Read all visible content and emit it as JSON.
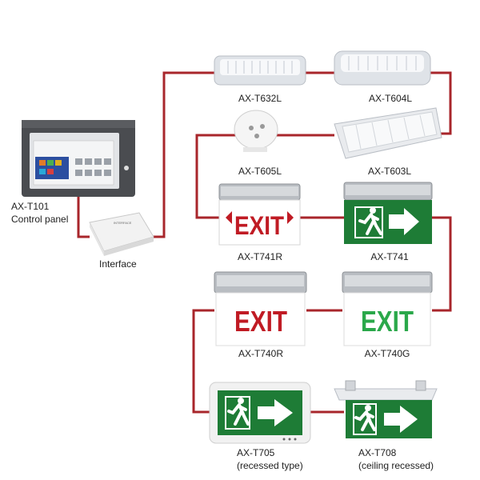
{
  "diagram": {
    "wire_color": "#a8262b",
    "control_panel": {
      "model": "AX-T101",
      "name": "Control panel"
    },
    "interface": {
      "name": "Interface",
      "brand": "INTERFACE"
    },
    "devices": [
      {
        "id": "t632l",
        "model": "AX-T632L"
      },
      {
        "id": "t604l",
        "model": "AX-T604L"
      },
      {
        "id": "t605l",
        "model": "AX-T605L"
      },
      {
        "id": "t603l",
        "model": "AX-T603L"
      },
      {
        "id": "t741r",
        "model": "AX-T741R",
        "sign_text": "EXIT"
      },
      {
        "id": "t741",
        "model": "AX-T741"
      },
      {
        "id": "t740r",
        "model": "AX-T740R",
        "sign_text": "EXIT"
      },
      {
        "id": "t740g",
        "model": "AX-T740G",
        "sign_text": "EXIT"
      },
      {
        "id": "t705",
        "model": "AX-T705",
        "note": "(recessed type)"
      },
      {
        "id": "t708",
        "model": "AX-T708",
        "note": "(ceiling recessed)"
      }
    ]
  }
}
